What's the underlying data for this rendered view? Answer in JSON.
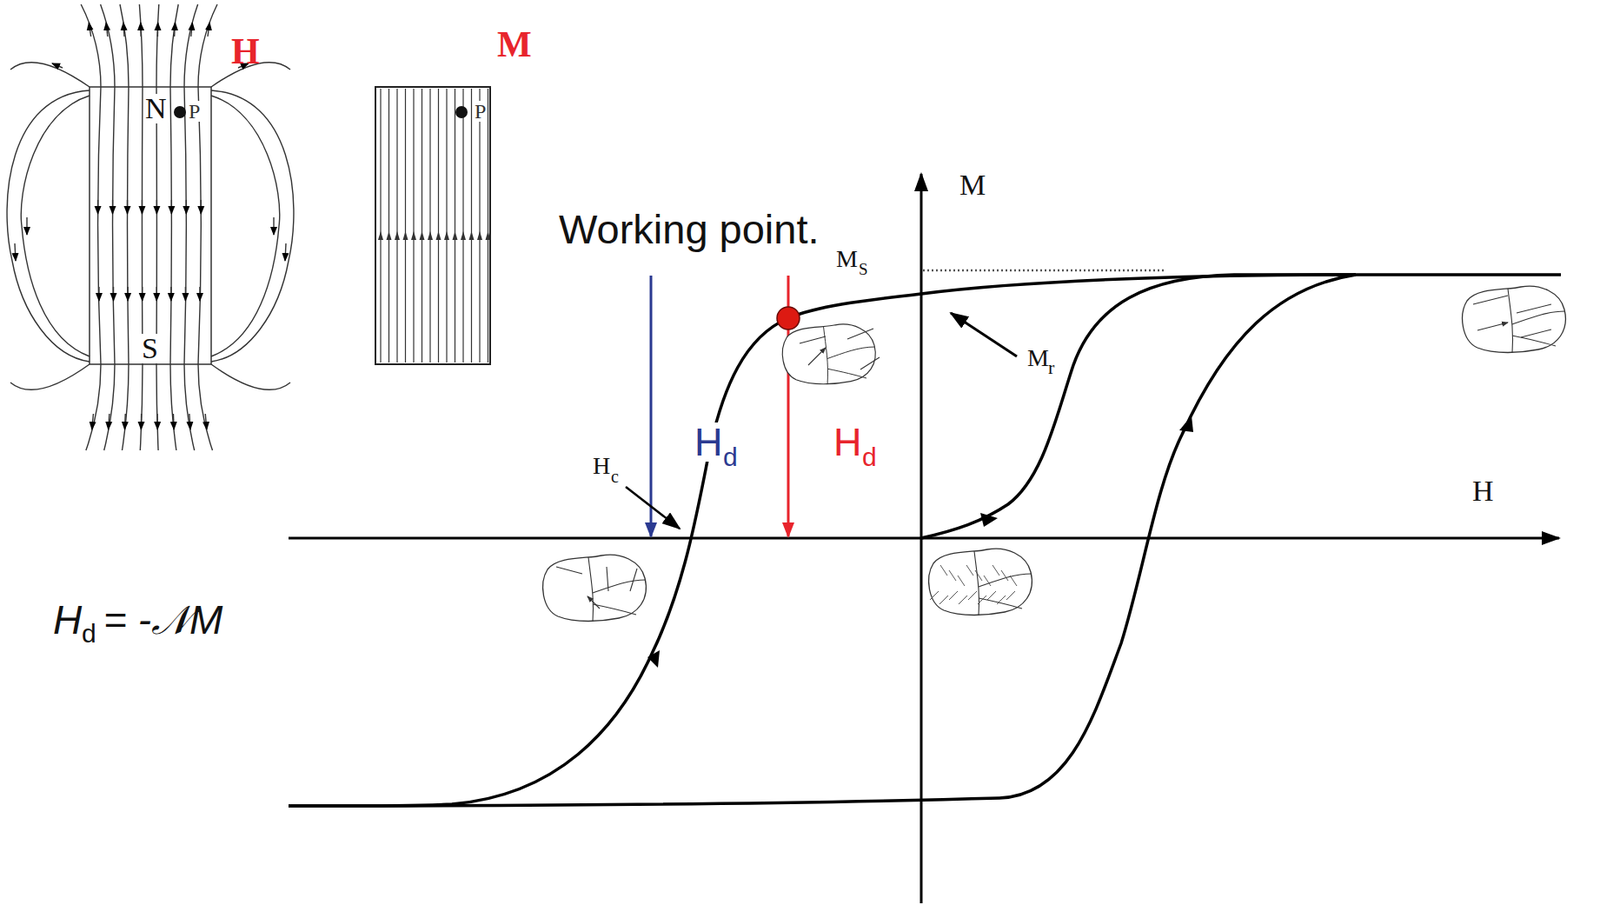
{
  "diagram": {
    "labels": [
      "H",
      "N",
      "P",
      "S",
      "M",
      "P",
      "Working point.",
      "M",
      "M",
      "S",
      "M",
      "r",
      "H",
      "H",
      "c",
      "H",
      "d",
      "H",
      "d",
      "H",
      "d",
      "= -𝒩M"
    ]
  }
}
